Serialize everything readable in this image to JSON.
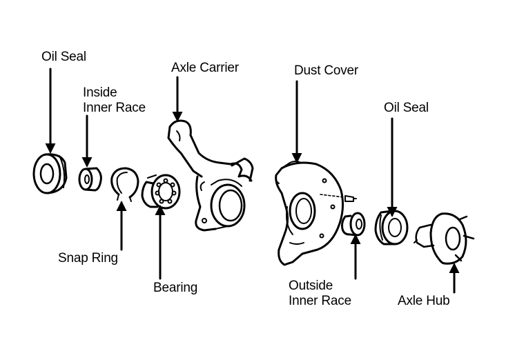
{
  "diagram": {
    "labels": {
      "oil_seal_left": "Oil Seal",
      "inside_inner_race_1": "Inside",
      "inside_inner_race_2": "Inner Race",
      "axle_carrier": "Axle Carrier",
      "dust_cover": "Dust Cover",
      "oil_seal_right": "Oil Seal",
      "snap_ring": "Snap Ring",
      "bearing": "Bearing",
      "outside_inner_race_1": "Outside",
      "outside_inner_race_2": "Inner Race",
      "axle_hub": "Axle Hub"
    },
    "colors": {
      "ink": "#000000",
      "paper": "#ffffff"
    }
  }
}
